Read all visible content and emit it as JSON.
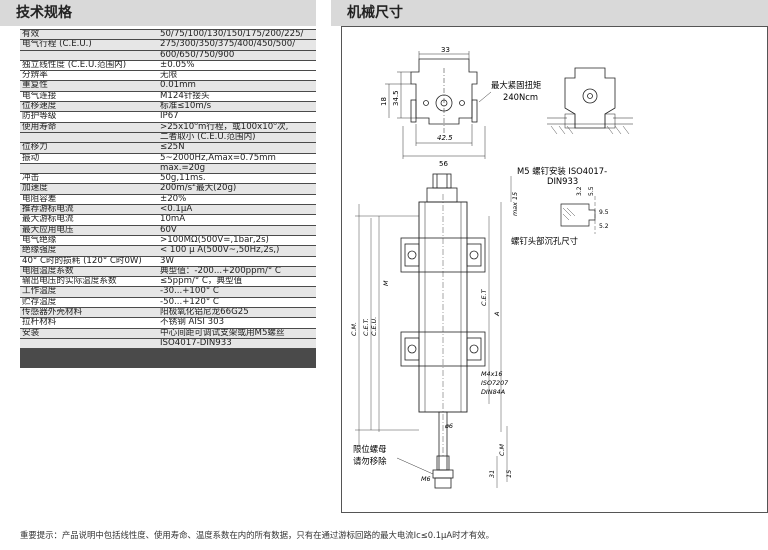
{
  "headers": {
    "left": "技术规格",
    "right": "机械尺寸"
  },
  "spec_rows": [
    {
      "label": "有效",
      "value": "50/75/100/130/150/175/200/225/"
    },
    {
      "label": "电气行程 (C.E.U.)",
      "value": "275/300/350/375/400/450/500/"
    },
    {
      "label": "",
      "value": "600/650/750/900"
    },
    {
      "label": "独立线性度 (C.E.U.范围内)",
      "value": "±0.05%"
    },
    {
      "label": "分辨率",
      "value": "无限"
    },
    {
      "label": "重复性",
      "value": "0.01mm"
    },
    {
      "label": "电气连接",
      "value": "M124针接头"
    },
    {
      "label": "位移速度",
      "value": "标准≤10m/s"
    },
    {
      "label": "防护等级",
      "value": "IP67"
    },
    {
      "label": "使用寿命",
      "value_pre": ">25x10",
      "value_sup": "6",
      "value_mid": "m行程，或100x10",
      "value_sup2": "6",
      "value_post": "次,"
    },
    {
      "label": "",
      "value": "二者取小 (C.E.U.范围内)"
    },
    {
      "label": "位移力",
      "value": "≤25N"
    },
    {
      "label": "振动",
      "value": "5~2000Hz,Amax=0.75mm"
    },
    {
      "label": "",
      "value": "max.=20g"
    },
    {
      "label": "冲击",
      "value": "50g,11ms."
    },
    {
      "label": "加速度",
      "value_pre": "200m/s",
      "value_sup": "2",
      "value_post": "最大(20g)"
    },
    {
      "label": "电阻容差",
      "value": "±20%"
    },
    {
      "label": "推荐游标电流",
      "value": "<0.1μA"
    },
    {
      "label": "最大游标电流",
      "value": "10mA"
    },
    {
      "label": "最大应用电压",
      "value": "60V"
    },
    {
      "label": "电气绝缘",
      "value": ">100MΩ(500V=,1bar,2s)"
    },
    {
      "label": "绝缘强度",
      "value": "< 100 μ A(500V~,50Hz,2s,)"
    },
    {
      "label": "40° C时的损耗 (120° C时0W)",
      "value": "3W"
    },
    {
      "label": "电阻温度系数",
      "value": "典型值：-200...+200ppm/° C"
    },
    {
      "label": "输出电压的实际温度系数",
      "value": "≤5ppm/° C，典型值"
    },
    {
      "label": "工作温度",
      "value": "-30...+100° C"
    },
    {
      "label": "贮存温度",
      "value": "-50...+120° C"
    },
    {
      "label": "传感器外壳材料",
      "value": "阳极氧化铝尼龙66G25"
    },
    {
      "label": "拉杆材料",
      "value": "不锈钢 AISI 303"
    },
    {
      "label": "安装",
      "value": "中心间距可调试支架或用M5螺丝"
    },
    {
      "label": "",
      "value": "ISO4017-DIN933"
    },
    {
      "label": "",
      "value": ""
    },
    {
      "label": "",
      "value": ""
    },
    {
      "label": "",
      "value": ""
    },
    {
      "label": "",
      "value": ""
    },
    {
      "label": "",
      "value": ""
    },
    {
      "label": "",
      "value": ""
    },
    {
      "label": "",
      "value": ""
    },
    {
      "label": "",
      "value": ""
    },
    {
      "label": "",
      "value": ""
    },
    {
      "label": "",
      "value": ""
    },
    {
      "label": "",
      "value": ""
    },
    {
      "label": "",
      "value": ""
    },
    {
      "label": "",
      "value": ""
    },
    {
      "label": "",
      "value": ""
    },
    {
      "label": "",
      "value": ""
    },
    {
      "label": "",
      "value": ""
    },
    {
      "label": "",
      "value": ""
    },
    {
      "label": "",
      "value": ""
    },
    {
      "label": "",
      "value": ""
    }
  ],
  "drawing": {
    "dim_33": "33",
    "dim_34_5": "34.5",
    "dim_18": "18",
    "dim_42_5": "42.5",
    "dim_56": "56",
    "torque_label": "最大紧固扭矩",
    "torque_value": "240Ncm",
    "m5_label": "M5 螺钉安装 ISO4017-",
    "m5_std": "DIN933",
    "dim_5_5": "5.5",
    "dim_3_2": "3.2",
    "dim_9_5": "9.5",
    "dim_5_2": "5.2",
    "counterbore_label": "螺钉头部沉孔尺寸",
    "dim_max15": "max 15",
    "dim_c_e_t": "C.E.T.",
    "dim_c_e_u": "C.E.U.",
    "dim_c_m": "C.M.",
    "dim_a": "A",
    "dim_c_e_t_2": "C.E.T",
    "dim_m": "M",
    "screw_m4": "M4x16",
    "screw_iso": "ISO7207",
    "screw_din": "DIN84A",
    "dim_c_m_2": "C.M",
    "dim_phi6": "ø6",
    "nut_label": "限位螺母",
    "nut_note": "请勿移除",
    "dim_m6": "M6",
    "dim_31": "31",
    "dim_15": "15"
  },
  "footnote": "重要提示：产品说明中包括线性度、使用寿命、温度系数在内的所有数据，只有在通过游标回路的最大电流Ic≤0.1μA时才有效。"
}
